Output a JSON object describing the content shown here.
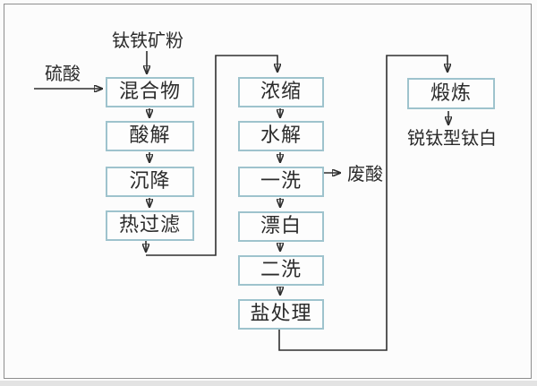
{
  "flowchart": {
    "source_label": "钛铁矿粉",
    "reagent_label": "硫酸",
    "waste_label": "废酸",
    "product_label": "锐钛型钛白",
    "column1_nodes": [
      "混合物",
      "酸解",
      "沉降",
      "热过滤"
    ],
    "column2_nodes": [
      "浓缩",
      "水解",
      "一洗",
      "漂白",
      "二洗",
      "盐处理"
    ],
    "column3_nodes": [
      "煅炼"
    ],
    "colors": {
      "box_border": "#9ec3cd",
      "connector": "#2f2f2f",
      "text": "#2b2b2b",
      "frame_border": "#8e8e8e",
      "background": "#fbfbfb"
    }
  }
}
